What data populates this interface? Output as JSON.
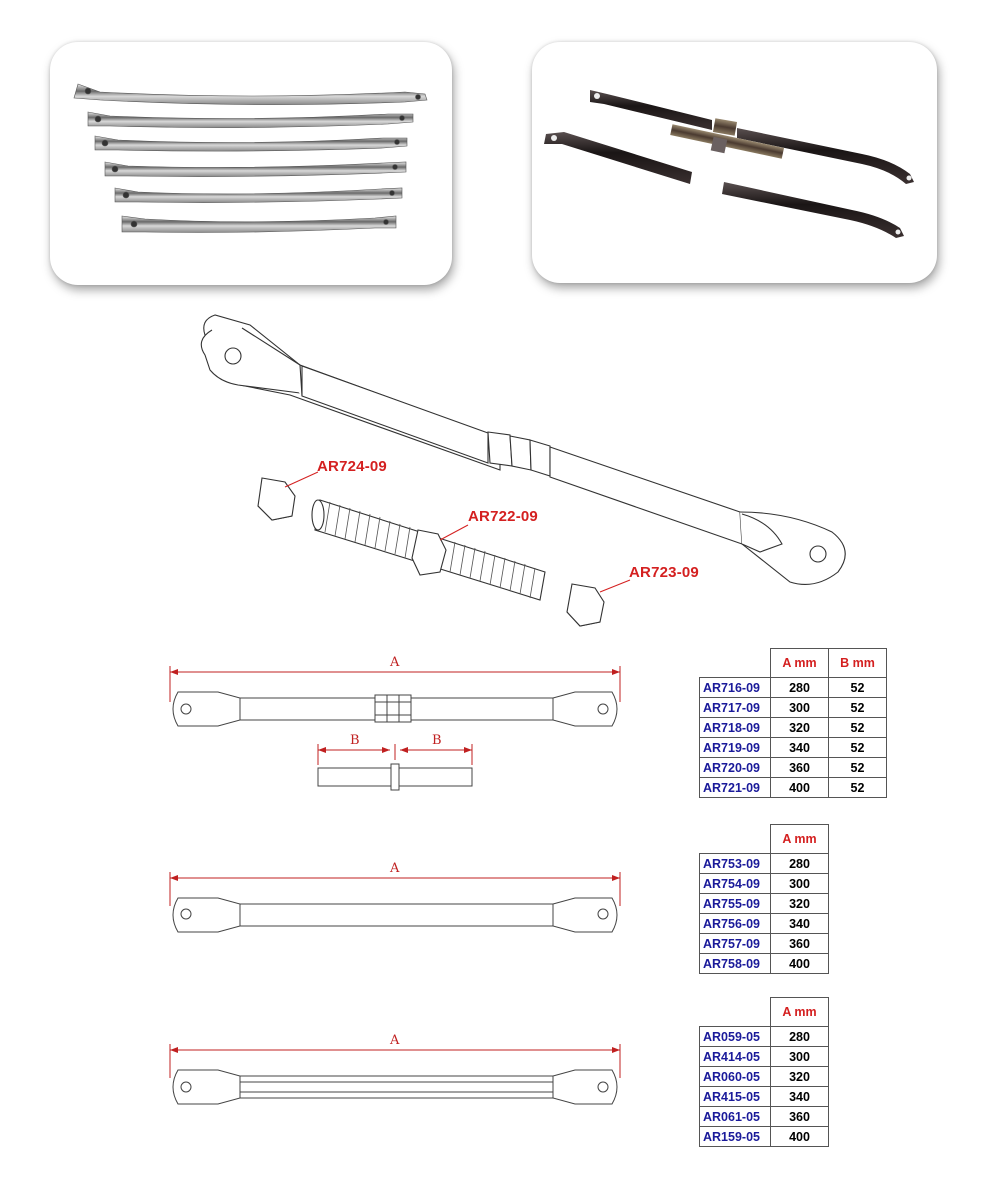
{
  "callouts": {
    "lock_nut_left": "AR724-09",
    "threaded_rod": "AR722-09",
    "lock_nut_right": "AR723-09"
  },
  "dimension_labels": {
    "a": "A",
    "b": "B"
  },
  "table1": {
    "headers": [
      "A mm",
      "B mm"
    ],
    "rows": [
      {
        "code": "AR716-09",
        "a": "280",
        "b": "52"
      },
      {
        "code": "AR717-09",
        "a": "300",
        "b": "52"
      },
      {
        "code": "AR718-09",
        "a": "320",
        "b": "52"
      },
      {
        "code": "AR719-09",
        "a": "340",
        "b": "52"
      },
      {
        "code": "AR720-09",
        "a": "360",
        "b": "52"
      },
      {
        "code": "AR721-09",
        "a": "400",
        "b": "52"
      }
    ]
  },
  "table2": {
    "headers": [
      "A mm"
    ],
    "rows": [
      {
        "code": "AR753-09",
        "a": "280"
      },
      {
        "code": "AR754-09",
        "a": "300"
      },
      {
        "code": "AR755-09",
        "a": "320"
      },
      {
        "code": "AR756-09",
        "a": "340"
      },
      {
        "code": "AR757-09",
        "a": "360"
      },
      {
        "code": "AR758-09",
        "a": "400"
      }
    ]
  },
  "table3": {
    "headers": [
      "A mm"
    ],
    "rows": [
      {
        "code": "AR059-05",
        "a": "280"
      },
      {
        "code": "AR414-05",
        "a": "300"
      },
      {
        "code": "AR060-05",
        "a": "320"
      },
      {
        "code": "AR415-05",
        "a": "340"
      },
      {
        "code": "AR061-05",
        "a": "360"
      },
      {
        "code": "AR159-05",
        "a": "400"
      }
    ]
  },
  "colors": {
    "callout_red": "#d42020",
    "code_blue": "#1a1a9a",
    "line_gray": "#444444"
  }
}
